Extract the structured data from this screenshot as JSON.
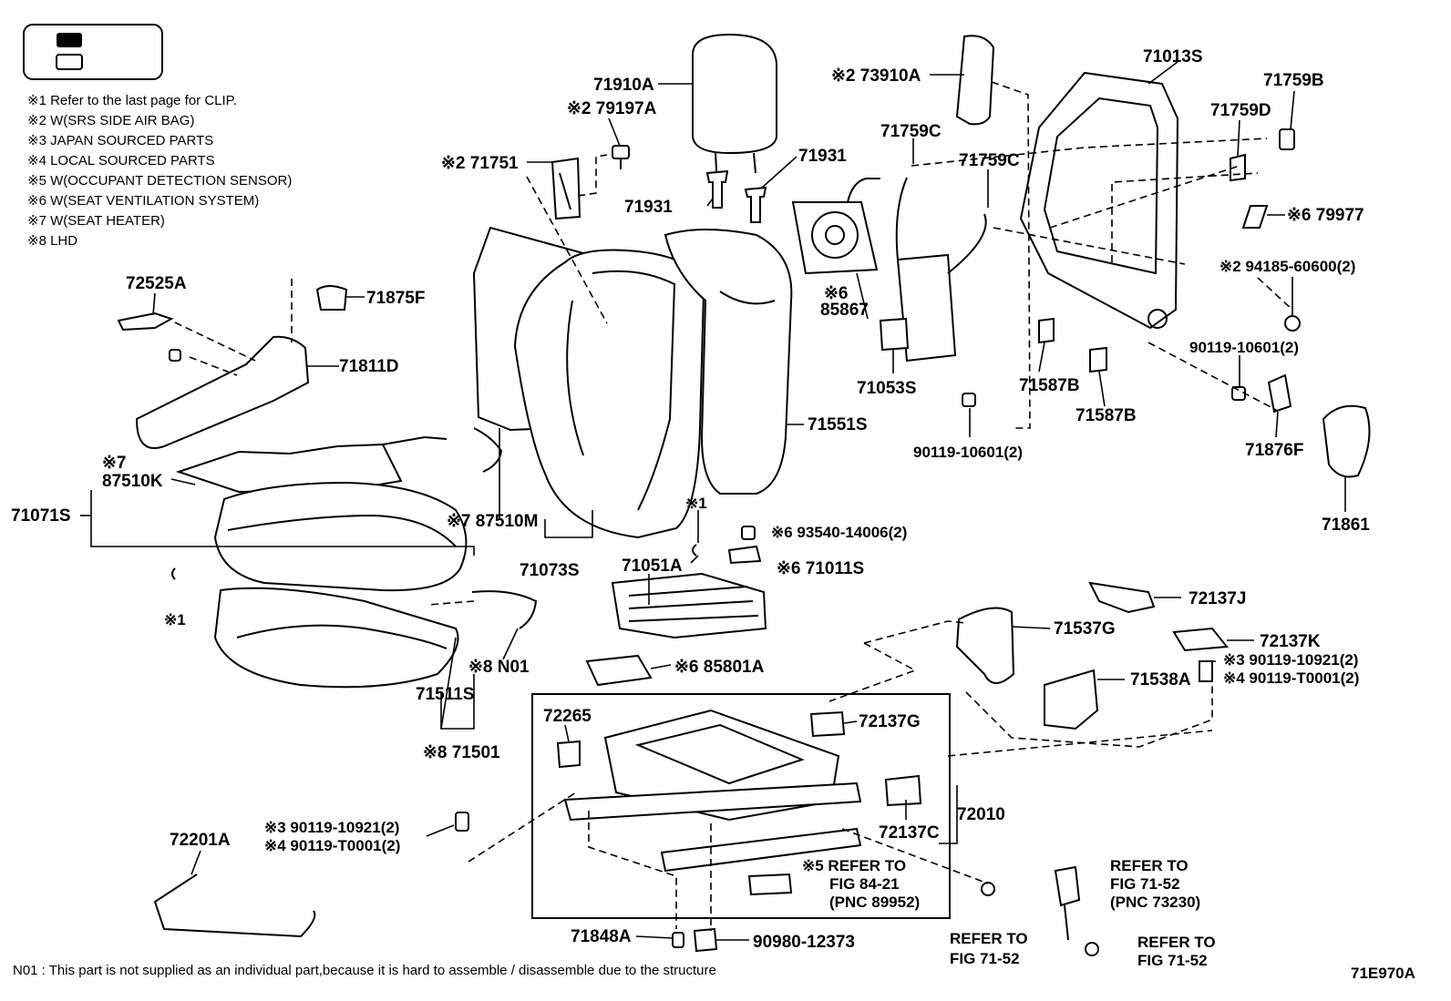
{
  "legend": {
    "notes": [
      "※1  Refer to the last page for CLIP.",
      "※2  W(SRS SIDE AIR BAG)",
      "※3  JAPAN SOURCED PARTS",
      "※4  LOCAL SOURCED PARTS",
      "※5  W(OCCUPANT DETECTION SENSOR)",
      "※6  W(SEAT VENTILATION SYSTEM)",
      "※7  W(SEAT HEATER)",
      "※8 LHD"
    ]
  },
  "labels": {
    "p71910A": "71910A",
    "p79197A": "※2 79197A",
    "p71751": "※2 71751",
    "p71931a": "71931",
    "p71931b": "71931",
    "p73910A": "※2 73910A",
    "p71759C_a": "71759C",
    "p71759C_b": "71759C",
    "p71013S": "71013S",
    "p71759B": "71759B",
    "p71759D": "71759D",
    "p79977": "※6 79977",
    "p94185": "※2 94185-60600(2)",
    "p90119_r": "90119-10601(2)",
    "p72525A": "72525A",
    "p71875F": "71875F",
    "p71811D": "71811D",
    "p85867_mark": "※6",
    "p85867": "85867",
    "p71053S": "71053S",
    "p71587B_a": "71587B",
    "p71587B_b": "71587B",
    "p90119_c": "90119-10601(2)",
    "p71876F": "71876F",
    "p71551S": "71551S",
    "p71861": "71861",
    "p87510K_mark": "※7",
    "p87510K": "87510K",
    "p71071S": "71071S",
    "p87510M": "※7 87510M",
    "p71073S": "71073S",
    "clip1a": "※1",
    "clip1b": "※1",
    "p93540": "※6 93540-14006(2)",
    "p71011S": "※6 71011S",
    "p71051A": "71051A",
    "p72137J": "72137J",
    "p71537G": "71537G",
    "p72137K": "72137K",
    "p90119_10921_r": "※3 90119-10921(2)",
    "p90119_T0001_r": "※4 90119-T0001(2)",
    "p71538A": "71538A",
    "pN01": "※8 N01",
    "p85801A": "※6 85801A",
    "p71511S": "71511S",
    "p71501": "※8 71501",
    "p72265": "72265",
    "p72137G": "72137G",
    "p72137C": "72137C",
    "p72010": "72010",
    "p90119_10921_l": "※3  90119-10921(2)",
    "p90119_T0001_l": "※4  90119-T0001(2)",
    "p72201A": "72201A",
    "ref5_1": "※5 REFER TO",
    "ref5_2": "FIG 84-21",
    "ref5_3": "(PNC 89952)",
    "ref_r1": "REFER TO",
    "ref_r2": "FIG 71-52",
    "ref_r3": "(PNC 73230)",
    "ref_a1": "REFER TO",
    "ref_a2": "FIG 71-52",
    "ref_b1": "REFER TO",
    "ref_b2": "FIG 71-52",
    "p71848A": "71848A",
    "p90980": "90980-12373"
  },
  "footnote": "N01 : This part is not supplied as an individual part,because it is hard to assemble / disassemble due to the structure",
  "figure_id": "71E970A"
}
